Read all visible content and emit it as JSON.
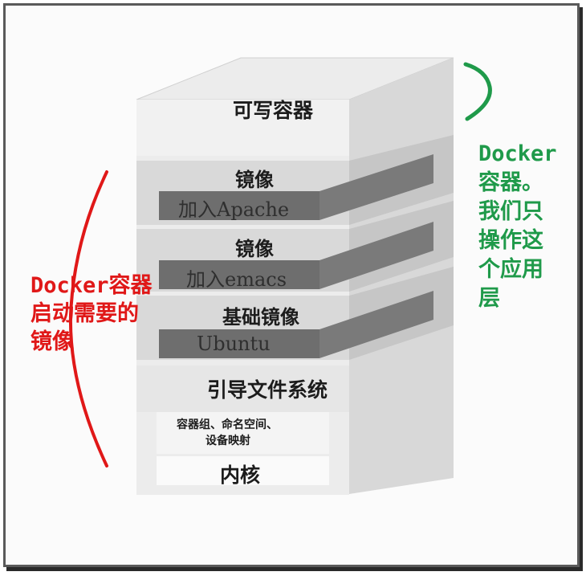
{
  "layers": {
    "writable": "可写容器",
    "image1": "镜像",
    "apache": "加入Apache",
    "image2": "镜像",
    "emacs": "加入emacs",
    "base": "基础镜像",
    "ubuntu": "Ubuntu",
    "bootfs": "引导文件系统",
    "cgroups_line1": "容器组、命名空间、",
    "cgroups_line2": "设备映射",
    "kernel": "内核"
  },
  "annotations": {
    "left_red": "Docker容器\n启动需要的\n镜像",
    "right_green": "Docker\n容器。\n我们只\n操作这\n个应用\n层"
  },
  "colors": {
    "red_annotation": "#e01818",
    "green_annotation": "#1f9a4a",
    "dark_band": "#6e6e6e",
    "light_layer": "#dcdcdc"
  }
}
